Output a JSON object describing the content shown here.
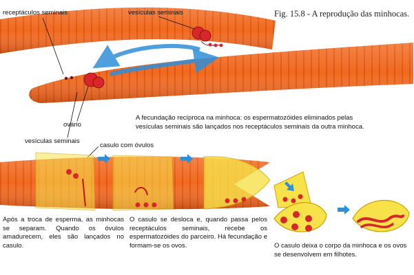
{
  "figure": {
    "title": "Fig. 15.8 - A reprodução das minhocas."
  },
  "labels": {
    "receptaculos": "receptáculos seminais",
    "vesiculas_top": "vesículas seminais",
    "ovario": "ovário",
    "vesiculas_bottom": "vesículas seminais",
    "casulo_ovulos": "casulo com óvulos"
  },
  "captions": {
    "fecundacao": "A fecundação recíproca na minhoca: os espermatozóides eliminados pelas vesículas seminais são lançados nos receptáculos seminais da outra minhoca.",
    "step1": "Após a troca de esperma, as minhocas se separam. Quando os óvulos amadurecem, eles são lançados no casulo.",
    "step2": "O casulo se desloca e, quando passa pelos receptáculos seminais, recebe os espermatozóides do parceiro. Há fecundação e formam-se os ovos.",
    "step3": "O casulo deixa o corpo da minhoca e os ovos se desenvolvem em filhotes."
  },
  "colors": {
    "worm": "#f2691e",
    "worm_dark": "#c8450e",
    "organ": "#d8262a",
    "cocoon": "#f7e24a",
    "arrow": "#2f8fd8"
  }
}
